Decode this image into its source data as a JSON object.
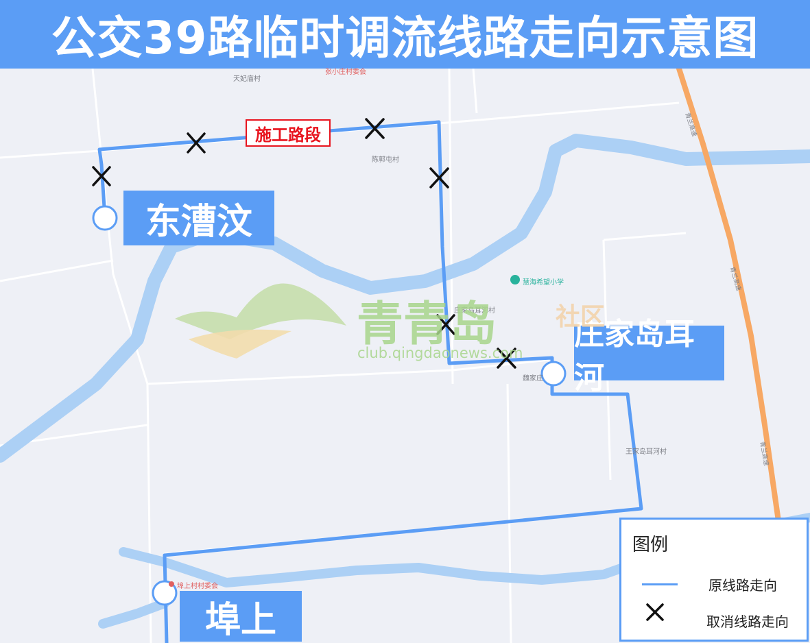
{
  "title": "公交39路临时调流线路走向示意图",
  "construction_label": "施工路段",
  "stations": {
    "dongcaowen": "东漕汶",
    "zhuangjiadaoerhe": "庄家岛耳河",
    "fushang": "埠上"
  },
  "map_labels": {
    "tianjimiao": "天妃庙村",
    "cunweihui_top": "张小庄村委会",
    "chenjiatun": "陈郭屯村",
    "huihai_school": "慧海希望小学",
    "zhuangjiadao_village": "庄家岛耳河村",
    "weijia": "魏家庄",
    "wangjiadao_village": "王家岛耳河村",
    "fushang_committee": "埠上村村委会",
    "expressway_1": "青兰高速",
    "expressway_2": "青兰高速",
    "expressway_3": "青兰高速"
  },
  "watermark": {
    "brand": "青青岛",
    "community": "社区",
    "url": "club.qingdaonews.com"
  },
  "legend": {
    "title": "图例",
    "original_route": "原线路走向",
    "cancelled_route": "取消线路走向"
  },
  "colors": {
    "title_bg": "#5b9df5",
    "route": "#5b9df5",
    "river": "#acd0f5",
    "expressway": "#f7a864",
    "construction": "#e8141e",
    "map_bg": "#eef0f6"
  }
}
